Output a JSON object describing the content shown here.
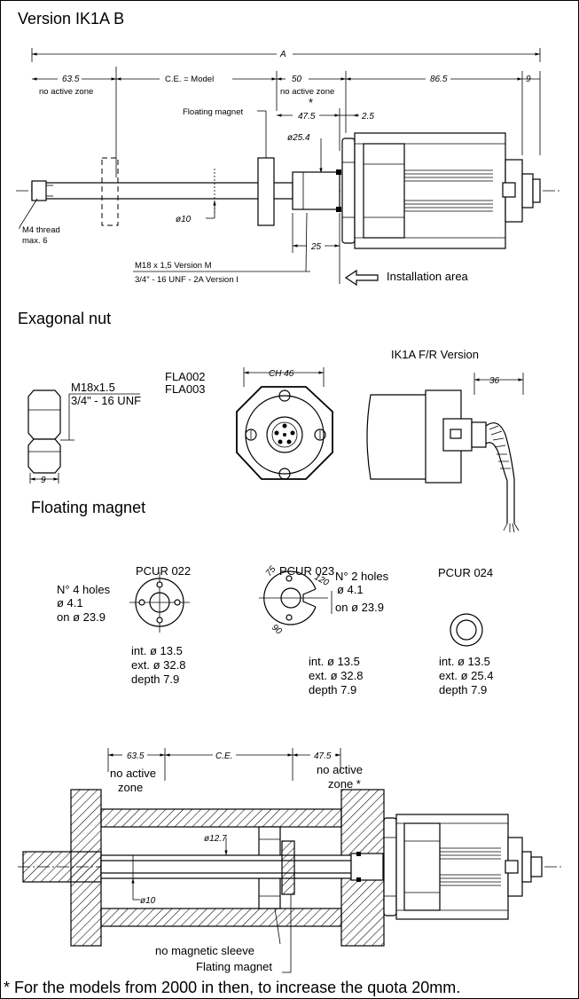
{
  "version_title": "Version IK1A B",
  "top_drawing": {
    "dim_a": "A",
    "dim_63_5": "63.5",
    "no_active_zone_left": "no active zone",
    "ce_model": "C.E. = Model",
    "dim_50": "50",
    "no_active_zone_right": "no active zone",
    "asterisk": "*",
    "dim_86_5": "86.5",
    "dim_9": "9",
    "floating_magnet": "Floating magnet",
    "dim_47_5": "47.5",
    "dim_2_5": "2.5",
    "dia_25_4": "ø25.4",
    "dia_10": "ø10",
    "m4_thread": "M4 thread",
    "m4_max": "max. 6",
    "dim_25": "25",
    "m18_version_m": "M18 x 1,5 Version M",
    "unf_version_i": "3/4\" - 16 UNF - 2A  Version I",
    "installation_area": "Installation area"
  },
  "nut_section": {
    "title": "Exagonal nut",
    "m18": "M18x1.5",
    "unf": "3/4\" - 16 UNF",
    "dim_9": "9",
    "fla002": "FLA002",
    "fla003": "FLA003",
    "ch46": "CH 46",
    "version_label": "IK1A   F/R   Version",
    "dim_36": "36"
  },
  "magnet_section": {
    "title": "Floating magnet",
    "pcur022": {
      "name": "PCUR 022",
      "holes": "N° 4 holes",
      "hole_dia": "ø 4.1",
      "on_dia": "on ø 23.9",
      "int": "int. ø 13.5",
      "ext": "ext. ø 32.8",
      "depth": "depth  7.9"
    },
    "pcur023": {
      "name": "PCUR 023",
      "holes": "N° 2 holes",
      "hole_dia": "ø 4.1",
      "on_dia": "on ø 23.9",
      "angle_75": "75",
      "angle_120": "120",
      "angle_90": "90",
      "int": "int. ø 13.5",
      "ext": "ext. ø 32.8",
      "depth": "depth  7.9"
    },
    "pcur024": {
      "name": "PCUR 024",
      "int": "int. ø 13.5",
      "ext": "ext. ø 25.4",
      "depth": "depth  7.9"
    }
  },
  "bottom_drawing": {
    "dim_63_5": "63.5",
    "no_active_left_1": "no active",
    "no_active_left_2": "zone",
    "ce": "C.E.",
    "dim_47_5": "47.5",
    "no_active_right_1": "no active",
    "no_active_right_2": "zone  *",
    "dia_12_7": "ø12.7",
    "dia_10": "ø10",
    "no_magnetic_sleeve": "no magnetic sleeve",
    "flating_magnet": "Flating magnet"
  },
  "footnote": "* For the models from 2000 in then, to increase the quota 20mm."
}
